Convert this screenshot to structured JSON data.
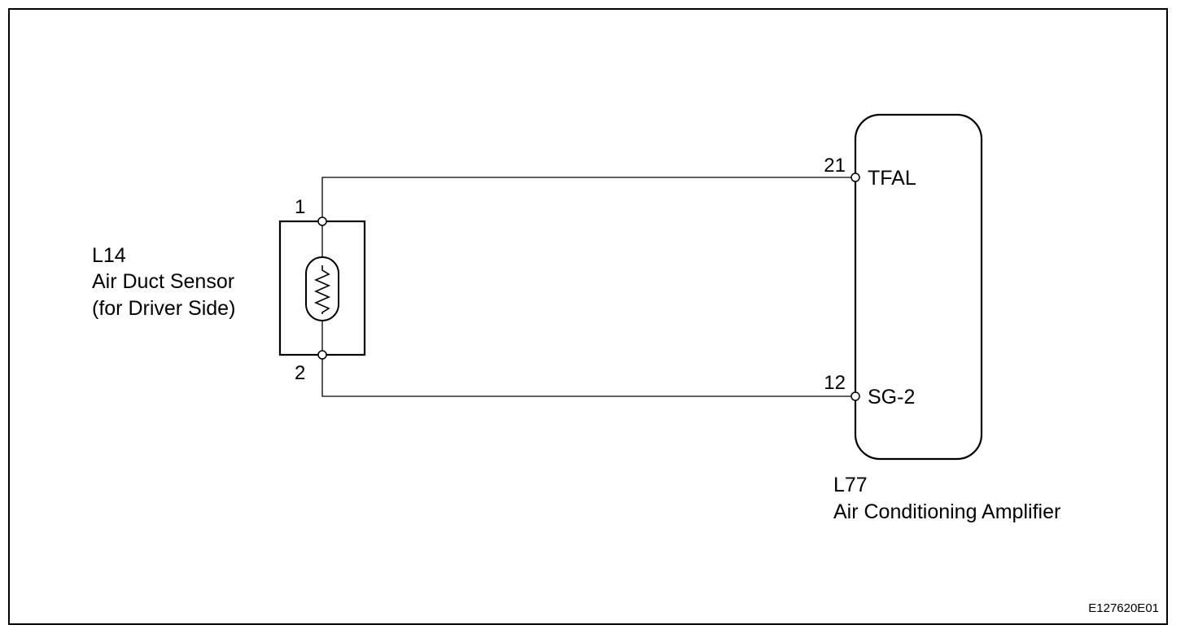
{
  "sensor": {
    "id": "L14",
    "name": "Air Duct Sensor",
    "qualifier": "(for Driver Side)",
    "pins": {
      "top": "1",
      "bottom": "2"
    }
  },
  "amplifier": {
    "id": "L77",
    "name": "Air Conditioning Amplifier",
    "terminals": [
      {
        "pin": "21",
        "name": "TFAL"
      },
      {
        "pin": "12",
        "name": "SG-2"
      }
    ]
  },
  "figure_code": "E127620E01"
}
